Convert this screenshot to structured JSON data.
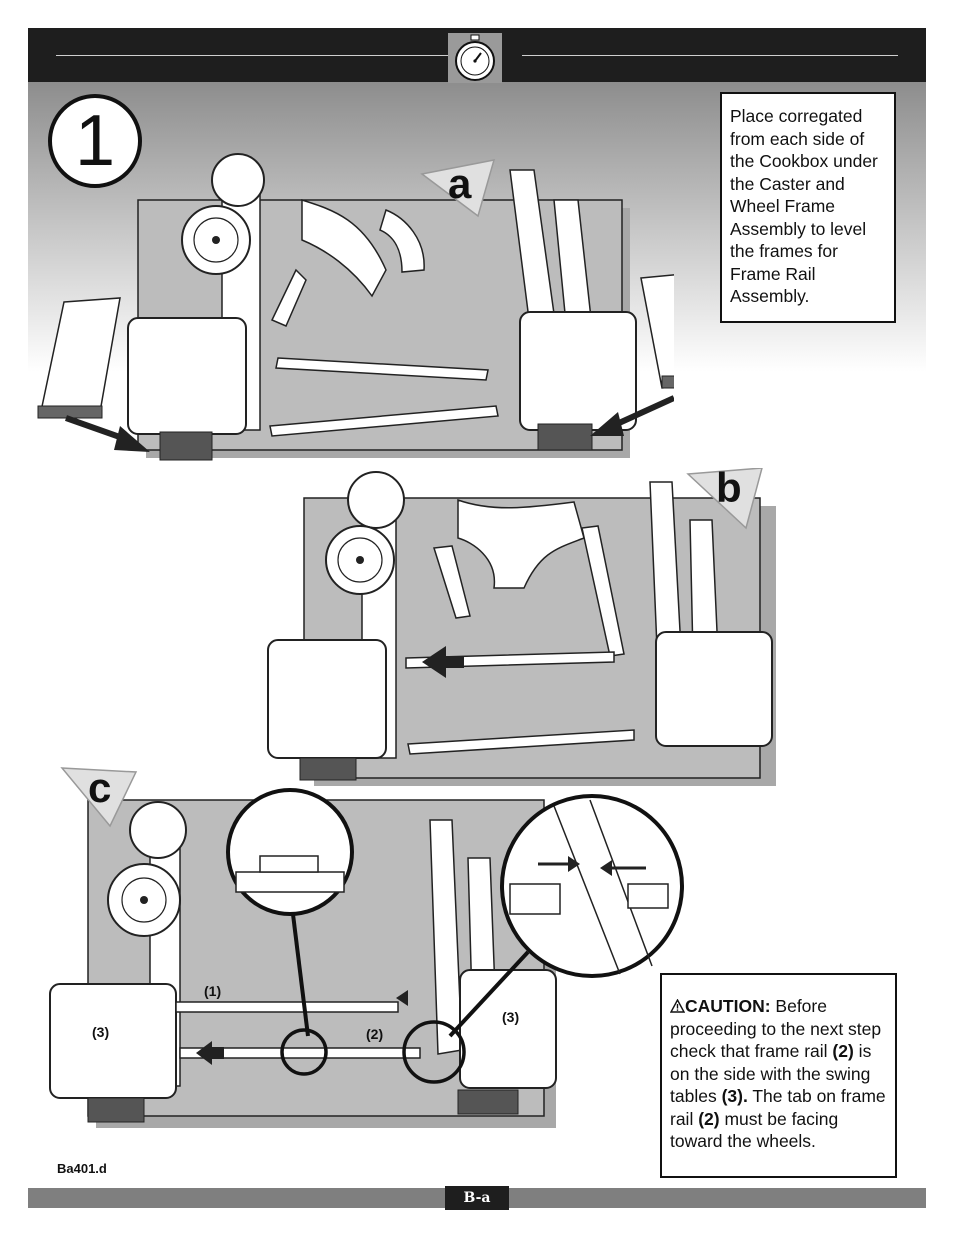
{
  "header": {
    "icon": "stopwatch-icon"
  },
  "step": {
    "number": "1"
  },
  "panels": {
    "a": {
      "label": "a"
    },
    "b": {
      "label": "b"
    },
    "c": {
      "label": "c",
      "callouts": {
        "rail1": "(1)",
        "rail2": "(2)",
        "table_left": "(3)",
        "table_right": "(3)"
      }
    }
  },
  "instruction": {
    "text": "Place corregated from each side of the Cookbox under the Caster and Wheel Frame Assembly to level the frames for Frame Rail Assembly."
  },
  "caution": {
    "icon": "warning-triangle-icon",
    "label": "CAUTION:",
    "t1": " Before proceeding to the next step check that frame rail ",
    "b1": "(2)",
    "t2": " is on the side with the swing tables ",
    "b2": "(3).",
    "t3": " The tab on frame rail ",
    "b3": "(2)",
    "t4": " must be facing toward the wheels."
  },
  "footer": {
    "code": "Ba401.d",
    "page": "B-a"
  }
}
